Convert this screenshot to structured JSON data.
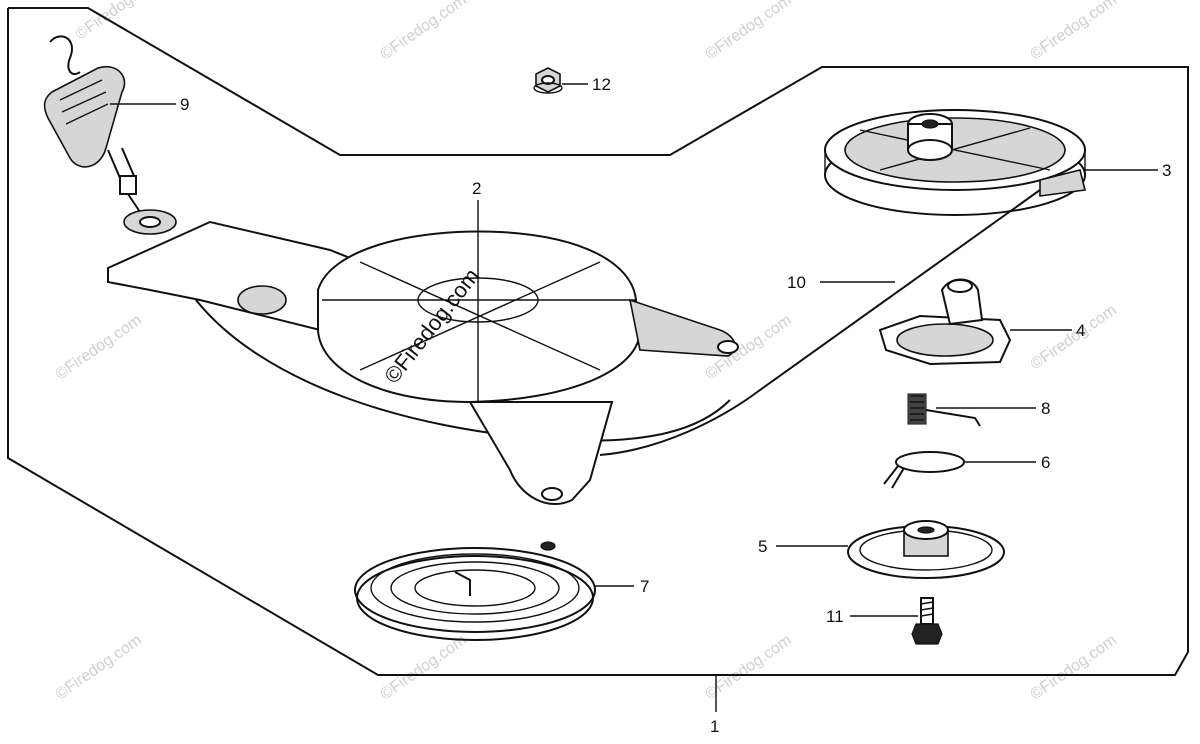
{
  "callouts": {
    "c1": "1",
    "c2": "2",
    "c3": "3",
    "c4": "4",
    "c5": "5",
    "c6": "6",
    "c7": "7",
    "c8": "8",
    "c9": "9",
    "c10": "10",
    "c11": "11",
    "c12": "12"
  },
  "watermark": {
    "text": "©Firedog.com",
    "center_text": "©Firedog.com"
  }
}
